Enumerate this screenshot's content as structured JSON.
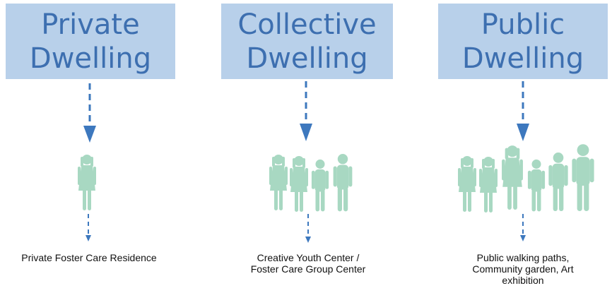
{
  "columns": [
    {
      "title_line1": "Private",
      "title_line2": "Dwelling",
      "figure_count": 1,
      "description": "Private Foster Care Residence"
    },
    {
      "title_line1": "Collective",
      "title_line2": "Dwelling",
      "figure_count": 4,
      "description_line1": "Creative Youth Center /",
      "description_line2": "Foster Care Group Center"
    },
    {
      "title_line1": "Public",
      "title_line2": "Dwelling",
      "figure_count": 6,
      "description_line1": "Public walking paths,",
      "description_line2": "Community garden, Art",
      "description_line3": "exhibition"
    }
  ],
  "colors": {
    "box_fill": "#b8d0ea",
    "title_text": "#3d6fb0",
    "arrow": "#3d78be",
    "silhouette": "#a8d8c2"
  }
}
